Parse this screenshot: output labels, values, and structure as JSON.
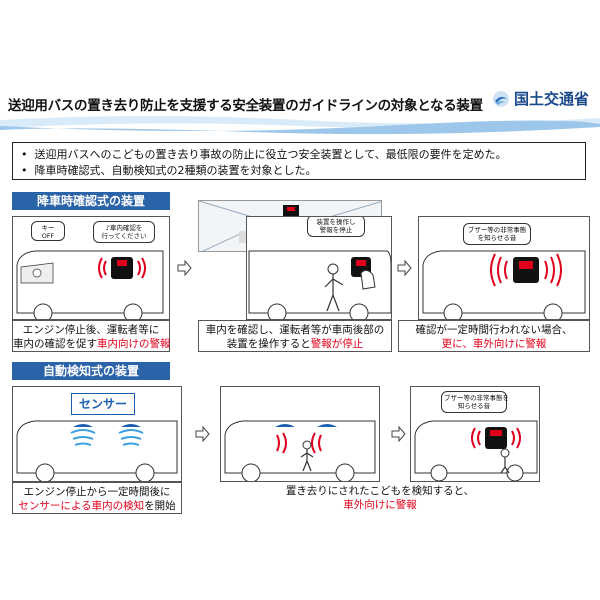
{
  "header": {
    "title": "送迎用バスの置き去り防止を支援する安全装置のガイドラインの対象となる装置",
    "ministry": "国土交通省"
  },
  "bullets": [
    "送迎用バスへのこどもの置き去り事故の防止に役立つ安全装置として、最低限の要件を定めた。",
    "降車時確認式、自動検知式の2種類の装置を対象とした。"
  ],
  "section1": {
    "label": "降車時確認式の装置",
    "panel1": {
      "bubble_key": "キー\nOFF",
      "bubble_msg": "♪車内確認を\n行ってください",
      "caption_line1": "エンジン停止後、運転者等に",
      "caption_line2_plain": "車内の確認を促す",
      "caption_line2_red": "車内向けの警報"
    },
    "panel2": {
      "bubble_msg": "装置を操作し\n警報を停止",
      "caption_line1": "車内を確認し、運転者等が車両後部の",
      "caption_line2_plain": "装置を操作すると",
      "caption_line2_red": "警報が停止"
    },
    "panel3": {
      "bubble_msg": "ブザー等の非常事態\nを知らせる音",
      "caption_line1": "確認が一定時間行われない場合、",
      "caption_line2_red": "更に、車外向けに警報"
    }
  },
  "section2": {
    "label": "自動検知式の装置",
    "panel1": {
      "sensor_label": "センサー",
      "caption_line1": "エンジン停止から一定時間後に",
      "caption_line2_red": "センサーによる車内の検知",
      "caption_line2_plain": "を開始"
    },
    "panel3": {
      "bubble_msg": "ブザー等の非常事態を\n知らせる音"
    },
    "caption_right_line1": "置き去りにされたこどもを検知すると、",
    "caption_right_line2_red": "車外向けに警報"
  },
  "colors": {
    "section_blue": "#2b63a8",
    "alarm_red": "#e0001b",
    "sensor_blue": "#1b5fae"
  }
}
